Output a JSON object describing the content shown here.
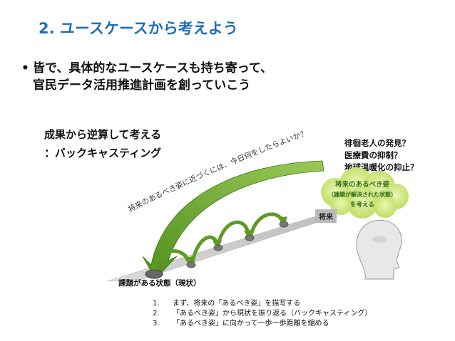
{
  "title": "2. ユースケースから考えよう",
  "bullet": {
    "symbol": "•",
    "line1": "皆で、具体的なユースケースも持ち寄って、",
    "line2": "官民データ活用推進計画を創っていこう"
  },
  "backcasting": {
    "line1": "成果から逆算して考える",
    "line2": "：バックキャスティング"
  },
  "curved_text": "将来のあるべき姿に近づくには、今日何をしたらよいか？",
  "questions": [
    "徘徊老人の発見？",
    "医療費の抑制？",
    "地球温暖化の抑止？"
  ],
  "cloud": {
    "line1": "将来のあるべき姿",
    "line2": "（課題が解決された状態）",
    "line3": "を考える"
  },
  "labels": {
    "future": "将来",
    "current": "課題がある状態（現状）"
  },
  "steps": [
    {
      "num": "1.",
      "text": "まず、将来の「あるべき姿」を描写する"
    },
    {
      "num": "2.",
      "text": "「あるべき姿」から現状を振り返る（バックキャスティング）"
    },
    {
      "num": "3.",
      "text": "「あるべき姿」に向かって一歩一歩距離を縮める"
    }
  ],
  "colors": {
    "title": "#1f6fb8",
    "arrow_green": "#6aaa2a",
    "cloud_fill": "#d4ea7a",
    "cloud_text": "#2f6b1a",
    "road": "#c8c8c8"
  }
}
